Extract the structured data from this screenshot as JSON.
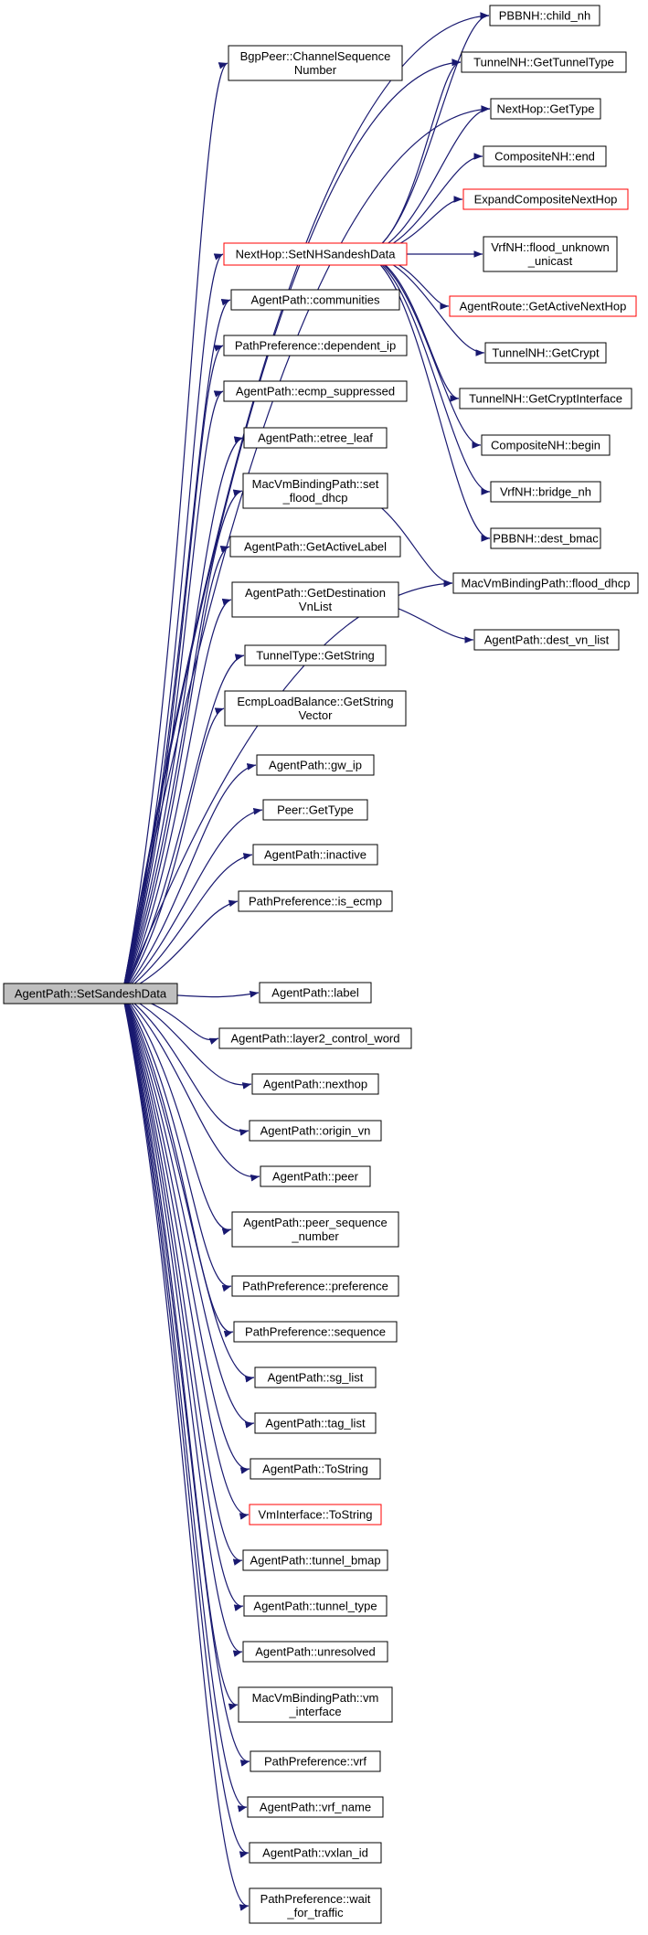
{
  "root": "AgentPath::SetSandeshData",
  "intermediate": [
    {
      "id": "nh",
      "lines": [
        "NextHop::SetNHSandeshData"
      ],
      "red": true
    },
    {
      "id": "mac",
      "lines": [
        "MacVmBindingPath::set",
        "_flood_dhcp"
      ]
    },
    {
      "id": "dest",
      "lines": [
        "AgentPath::GetDestination",
        "VnList"
      ]
    }
  ],
  "direct": [
    {
      "id": "bgp",
      "lines": [
        "BgpPeer::ChannelSequence",
        "Number"
      ]
    },
    {
      "id": "nh_ref",
      "target": "nh"
    },
    {
      "id": "comm",
      "lines": [
        "AgentPath::communities"
      ]
    },
    {
      "id": "depip",
      "lines": [
        "PathPreference::dependent_ip"
      ]
    },
    {
      "id": "ecmpsup",
      "lines": [
        "AgentPath::ecmp_suppressed"
      ]
    },
    {
      "id": "etree",
      "lines": [
        "AgentPath::etree_leaf"
      ]
    },
    {
      "id": "mac_ref",
      "target": "mac"
    },
    {
      "id": "activelabel",
      "lines": [
        "AgentPath::GetActiveLabel"
      ]
    },
    {
      "id": "dest_ref",
      "target": "dest"
    },
    {
      "id": "ttstr",
      "lines": [
        "TunnelType::GetString"
      ]
    },
    {
      "id": "ecmplb",
      "lines": [
        "EcmpLoadBalance::GetString",
        "Vector"
      ]
    },
    {
      "id": "peertype",
      "lines": [
        "Peer::GetType"
      ]
    },
    {
      "id": "gwip",
      "lines": [
        "AgentPath::gw_ip"
      ]
    },
    {
      "id": "inactive",
      "lines": [
        "AgentPath::inactive"
      ]
    },
    {
      "id": "isecmp",
      "lines": [
        "PathPreference::is_ecmp"
      ]
    },
    {
      "id": "label",
      "lines": [
        "AgentPath::label"
      ]
    },
    {
      "id": "l2cw",
      "lines": [
        "AgentPath::layer2_control_word"
      ]
    },
    {
      "id": "nexthop",
      "lines": [
        "AgentPath::nexthop"
      ]
    },
    {
      "id": "originvn",
      "lines": [
        "AgentPath::origin_vn"
      ]
    },
    {
      "id": "peer",
      "lines": [
        "AgentPath::peer"
      ]
    },
    {
      "id": "peerseq",
      "lines": [
        "AgentPath::peer_sequence",
        "_number"
      ]
    },
    {
      "id": "pref",
      "lines": [
        "PathPreference::preference"
      ]
    },
    {
      "id": "seq",
      "lines": [
        "PathPreference::sequence"
      ]
    },
    {
      "id": "sglist",
      "lines": [
        "AgentPath::sg_list"
      ]
    },
    {
      "id": "taglist",
      "lines": [
        "AgentPath::tag_list"
      ]
    },
    {
      "id": "tostring",
      "lines": [
        "AgentPath::ToString"
      ]
    },
    {
      "id": "vmitostr",
      "lines": [
        "VmInterface::ToString"
      ],
      "red": true
    },
    {
      "id": "tbmap",
      "lines": [
        "AgentPath::tunnel_bmap"
      ]
    },
    {
      "id": "ttype",
      "lines": [
        "AgentPath::tunnel_type"
      ]
    },
    {
      "id": "unresolved",
      "lines": [
        "AgentPath::unresolved"
      ]
    },
    {
      "id": "macvmi",
      "lines": [
        "MacVmBindingPath::vm",
        "_interface"
      ]
    },
    {
      "id": "vrf",
      "lines": [
        "PathPreference::vrf"
      ]
    },
    {
      "id": "vrfname",
      "lines": [
        "AgentPath::vrf_name"
      ]
    },
    {
      "id": "vxlan",
      "lines": [
        "AgentPath::vxlan_id"
      ]
    },
    {
      "id": "wait",
      "lines": [
        "PathPreference::wait",
        "_for_traffic"
      ]
    }
  ],
  "third": [
    {
      "id": "childnh",
      "lines": [
        "PBBNH::child_nh"
      ]
    },
    {
      "id": "gettunneltype",
      "lines": [
        "TunnelNH::GetTunnelType"
      ]
    },
    {
      "id": "nhgettype",
      "lines": [
        "NextHop::GetType"
      ]
    },
    {
      "id": "cnhend",
      "lines": [
        "CompositeNH::end"
      ]
    },
    {
      "id": "expand",
      "lines": [
        "ExpandCompositeNextHop"
      ],
      "red": true
    },
    {
      "id": "flood",
      "lines": [
        "VrfNH::flood_unknown",
        "_unicast"
      ]
    },
    {
      "id": "activenh",
      "lines": [
        "AgentRoute::GetActiveNextHop"
      ],
      "red": true
    },
    {
      "id": "getcrypt",
      "lines": [
        "TunnelNH::GetCrypt"
      ]
    },
    {
      "id": "getcryptif",
      "lines": [
        "TunnelNH::GetCryptInterface"
      ]
    },
    {
      "id": "cnhbegin",
      "lines": [
        "CompositeNH::begin"
      ]
    },
    {
      "id": "bridgenh",
      "lines": [
        "VrfNH::bridge_nh"
      ]
    },
    {
      "id": "destbmac",
      "lines": [
        "PBBNH::dest_bmac"
      ]
    },
    {
      "id": "flooddhcp",
      "lines": [
        "MacVmBindingPath::flood_dhcp"
      ]
    },
    {
      "id": "destvnlist",
      "lines": [
        "AgentPath::dest_vn_list"
      ]
    }
  ],
  "edges": [
    [
      "root",
      "childnh"
    ],
    [
      "root",
      "gettunneltype"
    ],
    [
      "root",
      "nhgettype"
    ],
    [
      "root",
      "flooddhcp"
    ],
    [
      "nh",
      "childnh"
    ],
    [
      "nh",
      "gettunneltype"
    ],
    [
      "nh",
      "nhgettype"
    ],
    [
      "nh",
      "cnhend"
    ],
    [
      "nh",
      "expand"
    ],
    [
      "nh",
      "flood"
    ],
    [
      "nh",
      "activenh"
    ],
    [
      "nh",
      "getcrypt"
    ],
    [
      "nh",
      "getcryptif"
    ],
    [
      "nh",
      "cnhbegin"
    ],
    [
      "nh",
      "bridgenh"
    ],
    [
      "nh",
      "destbmac"
    ],
    [
      "mac",
      "flooddhcp"
    ],
    [
      "dest",
      "destvnlist"
    ]
  ]
}
